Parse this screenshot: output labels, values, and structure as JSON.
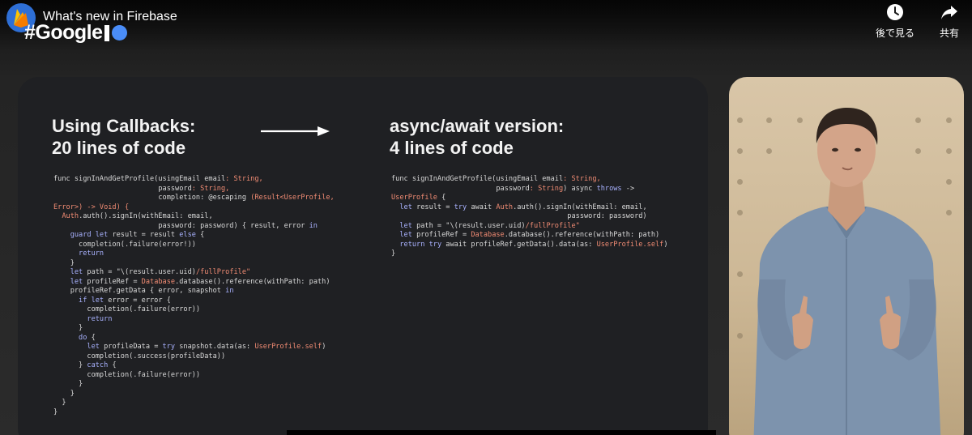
{
  "header": {
    "video_title": "What's new in Firebase",
    "event_logo_text": "#Google",
    "actions": [
      {
        "label": "後で見る",
        "icon": "clock-icon"
      },
      {
        "label": "共有",
        "icon": "share-icon"
      }
    ]
  },
  "slide": {
    "left_heading_line1": "Using Callbacks:",
    "left_heading_line2": "20 lines of code",
    "right_heading_line1": "async/await version:",
    "right_heading_line2": "4 lines of code",
    "arrow_icon": "arrow-right-icon",
    "left_code": [
      [
        [
          "",
          "func signInAndGetProfile(usingEmail email"
        ],
        [
          "ty",
          ": String,"
        ]
      ],
      [
        [
          "",
          "                         password"
        ],
        [
          "ty",
          ": String,"
        ]
      ],
      [
        [
          "",
          "                         completion: @escaping "
        ],
        [
          "ty",
          "(Result<UserProfile,"
        ]
      ],
      [
        [
          "ty",
          "Error>) -> Void) {"
        ]
      ],
      [
        [
          "",
          "  "
        ],
        [
          "ty",
          "Auth"
        ],
        [
          "",
          ".auth().signIn(withEmail: email,"
        ]
      ],
      [
        [
          "",
          "                         password: password) { result, error "
        ],
        [
          "kw",
          "in"
        ]
      ],
      [
        [
          "",
          "    "
        ],
        [
          "kw",
          "guard let"
        ],
        [
          "",
          " result = result "
        ],
        [
          "kw",
          "else"
        ],
        [
          "",
          " {"
        ]
      ],
      [
        [
          "",
          "      completion(.failure(error!))"
        ]
      ],
      [
        [
          "",
          "      "
        ],
        [
          "kw",
          "return"
        ]
      ],
      [
        [
          "",
          "    }"
        ]
      ],
      [
        [
          "",
          "    "
        ],
        [
          "kw",
          "let"
        ],
        [
          "",
          " path = \"\\(result.user.uid)"
        ],
        [
          "ty",
          "/fullProfile\""
        ]
      ],
      [
        [
          "",
          "    "
        ],
        [
          "kw",
          "let"
        ],
        [
          "",
          " profileRef = "
        ],
        [
          "ty",
          "Database"
        ],
        [
          "",
          ".database().reference(withPath: path)"
        ]
      ],
      [
        [
          "",
          "    profileRef.getData { error, snapshot "
        ],
        [
          "kw",
          "in"
        ]
      ],
      [
        [
          "",
          "      "
        ],
        [
          "kw",
          "if let"
        ],
        [
          "",
          " error = error {"
        ]
      ],
      [
        [
          "",
          "        completion(.failure(error))"
        ]
      ],
      [
        [
          "",
          "        "
        ],
        [
          "kw",
          "return"
        ]
      ],
      [
        [
          "",
          "      }"
        ]
      ],
      [
        [
          "",
          "      "
        ],
        [
          "kw",
          "do"
        ],
        [
          "",
          " {"
        ]
      ],
      [
        [
          "",
          "        "
        ],
        [
          "kw",
          "let"
        ],
        [
          "",
          " profileData = "
        ],
        [
          "kw",
          "try"
        ],
        [
          "",
          " snapshot.data(as: "
        ],
        [
          "ty",
          "UserProfile.self"
        ],
        [
          "",
          ")"
        ]
      ],
      [
        [
          "",
          "        completion(.success(profileData))"
        ]
      ],
      [
        [
          "",
          "      } "
        ],
        [
          "kw",
          "catch"
        ],
        [
          "",
          " {"
        ]
      ],
      [
        [
          "",
          "        completion(.failure(error))"
        ]
      ],
      [
        [
          "",
          "      }"
        ]
      ],
      [
        [
          "",
          "    }"
        ]
      ],
      [
        [
          "",
          "  }"
        ]
      ],
      [
        [
          "",
          "}"
        ]
      ]
    ],
    "right_code": [
      [
        [
          "",
          "func signInAndGetProfile(usingEmail email"
        ],
        [
          "ty",
          ": String,"
        ]
      ],
      [
        [
          "",
          "                         password"
        ],
        [
          "ty",
          ": String"
        ],
        [
          "",
          ") async "
        ],
        [
          "kw",
          "throws"
        ],
        [
          "",
          " ->"
        ]
      ],
      [
        [
          "ty",
          "UserProfile"
        ],
        [
          "",
          " {"
        ]
      ],
      [
        [
          "",
          "  "
        ],
        [
          "kw",
          "let"
        ],
        [
          "",
          " result = "
        ],
        [
          "kw",
          "try"
        ],
        [
          "",
          " await "
        ],
        [
          "ty",
          "Auth"
        ],
        [
          "",
          ".auth().signIn(withEmail: email,"
        ]
      ],
      [
        [
          "",
          "                                          password: password)"
        ]
      ],
      [
        [
          "",
          "  "
        ],
        [
          "kw",
          "let"
        ],
        [
          "",
          " path = \"\\(result.user.uid)"
        ],
        [
          "ty",
          "/fullProfile\""
        ]
      ],
      [
        [
          "",
          "  "
        ],
        [
          "kw",
          "let"
        ],
        [
          "",
          " profileRef = "
        ],
        [
          "ty",
          "Database"
        ],
        [
          "",
          ".database().reference(withPath: path)"
        ]
      ],
      [
        [
          "",
          "  "
        ],
        [
          "kw",
          "return"
        ],
        [
          "",
          " "
        ],
        [
          "kw",
          "try"
        ],
        [
          "",
          " await profileRef.getData().data(as: "
        ],
        [
          "ty",
          "UserProfile.self"
        ],
        [
          "",
          ")"
        ]
      ],
      [
        [
          "",
          "}"
        ]
      ]
    ]
  },
  "colors": {
    "keyword": "#a9b2ff",
    "type": "#f28c74",
    "slide_bg": "#1f2023"
  }
}
